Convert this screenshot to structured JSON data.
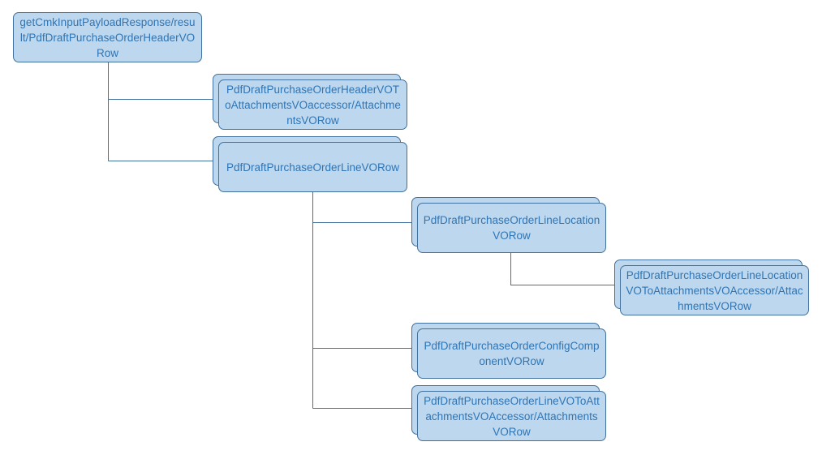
{
  "diagram": {
    "line_color": "#41719c",
    "fill_color": "#bdd7ee",
    "text_color": "#2e75b6",
    "nodes": {
      "root": {
        "label": "getCmkInputPayloadResponse/result/PdfDraftPurchaseOrderHeaderVORow"
      },
      "header_attachments": {
        "label": "PdfDraftPurchaseOrderHeaderVOToAttachmentsVOaccessor/AttachmentsVORow"
      },
      "line": {
        "label": "PdfDraftPurchaseOrderLineVORow"
      },
      "line_location": {
        "label": "PdfDraftPurchaseOrderLineLocationVORow"
      },
      "line_location_attachments": {
        "label": "PdfDraftPurchaseOrderLineLocationVOToAttachmentsVOAccessor/AttachmentsVORow"
      },
      "config_component": {
        "label": "PdfDraftPurchaseOrderConfigComponentVORow"
      },
      "line_attachments": {
        "label": "PdfDraftPurchaseOrderLineVOToAttachmentsVOAccessor/AttachmentsVORow"
      }
    }
  }
}
